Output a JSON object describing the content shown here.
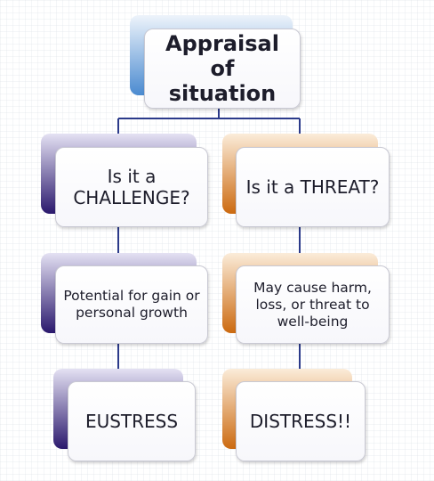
{
  "diagram": {
    "root": {
      "label": "Appraisal of situation"
    },
    "left_branch": {
      "question": "Is it a CHALLENGE?",
      "description": "Potential for gain or personal growth",
      "outcome": "EUSTRESS"
    },
    "right_branch": {
      "question": "Is it a THREAT?",
      "description": "May cause harm, loss, or threat to well-being",
      "outcome": "DISTRESS!!"
    }
  },
  "colors": {
    "connector": "#2b3a8a",
    "root_accent": "#4a8ad0",
    "challenge_accent": "#2a186d",
    "threat_accent": "#cc6a10",
    "card_border": "#c9c9d3"
  }
}
